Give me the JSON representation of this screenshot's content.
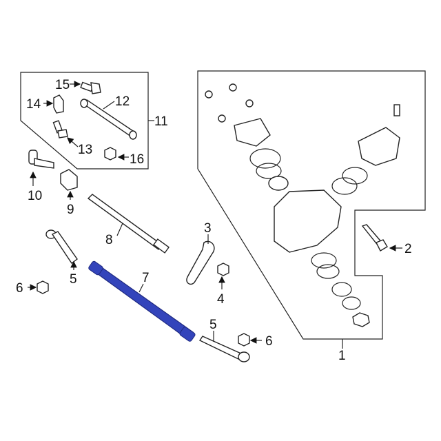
{
  "diagram": {
    "highlight_color": "#3344bb",
    "callouts": [
      {
        "id": "c15",
        "label": "15"
      },
      {
        "id": "c14",
        "label": "14"
      },
      {
        "id": "c12",
        "label": "12"
      },
      {
        "id": "c11",
        "label": "11"
      },
      {
        "id": "c13",
        "label": "13"
      },
      {
        "id": "c16",
        "label": "16"
      },
      {
        "id": "c10",
        "label": "10"
      },
      {
        "id": "c9",
        "label": "9"
      },
      {
        "id": "c8",
        "label": "8"
      },
      {
        "id": "c3",
        "label": "3"
      },
      {
        "id": "c4",
        "label": "4"
      },
      {
        "id": "c5a",
        "label": "5"
      },
      {
        "id": "c6a",
        "label": "6"
      },
      {
        "id": "c7",
        "label": "7"
      },
      {
        "id": "c5b",
        "label": "5"
      },
      {
        "id": "c6b",
        "label": "6"
      },
      {
        "id": "c2",
        "label": "2"
      },
      {
        "id": "c1",
        "label": "1"
      }
    ]
  }
}
